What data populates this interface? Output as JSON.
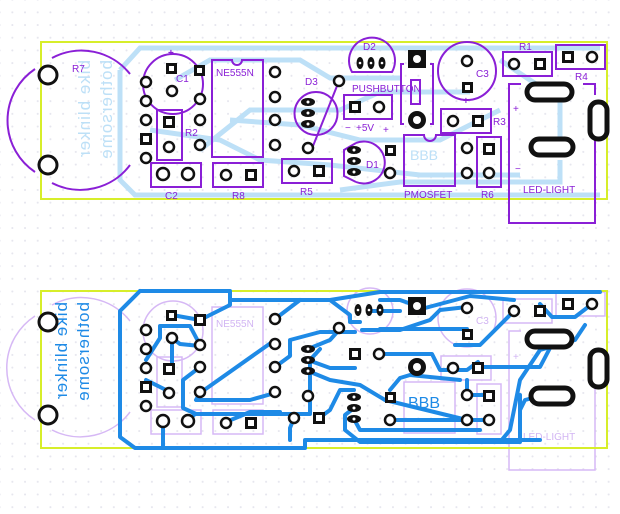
{
  "colors": {
    "board_outline": "#d7ee2a",
    "silkscreen": "#8a1fd6",
    "silkscreen_faint": "#d6b8f5",
    "copper_bottom": "#1e8ae6",
    "copper_faint": "#bde0f7",
    "pad": "#111111"
  },
  "views": [
    {
      "name": "top-component-side",
      "mode": "silkscreen-over-faint-copper"
    },
    {
      "name": "bottom-copper-side",
      "mode": "copper-over-faint-silkscreen"
    }
  ],
  "components": {
    "R7": "R7",
    "C1": "C1",
    "C1_polarity": "+",
    "IC": "NE555N",
    "R2": "R2",
    "C2": "C2",
    "R8": "R8",
    "D3": "D3",
    "R5": "R5",
    "D2": "D2",
    "PB": "PUSHBUTTON",
    "PWR": "+5V",
    "PWR_minus": "−",
    "PWR_plus": "+",
    "D1": "D1",
    "Q": "PMOSFET",
    "C3": "C3",
    "C3_polarity": "+",
    "R1": "R1",
    "R3": "R3",
    "R4": "R4",
    "R6": "R6",
    "LED": "LED-LIGHT",
    "LED_plus": "+",
    "LED_minus": "−"
  },
  "board_text": {
    "line1": "bike blinker",
    "line2": "bothersome",
    "marker": "BBB"
  }
}
